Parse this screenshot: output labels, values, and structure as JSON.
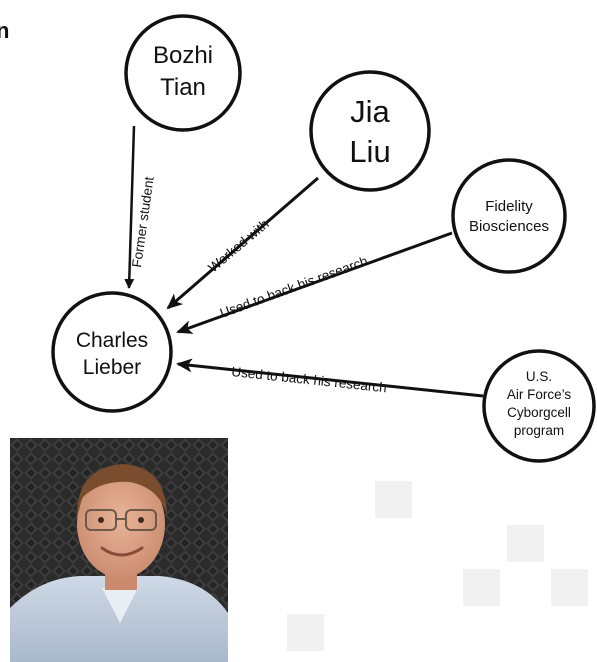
{
  "header_fragment": "n",
  "diagram": {
    "nodes": [
      {
        "id": "bozhi",
        "lines": [
          "Bozhi",
          "Tian"
        ]
      },
      {
        "id": "jia",
        "lines": [
          "Jia",
          "Liu"
        ]
      },
      {
        "id": "fidelity",
        "lines": [
          "Fidelity",
          "Biosciences"
        ]
      },
      {
        "id": "charles",
        "lines": [
          "Charles",
          "Lieber"
        ]
      },
      {
        "id": "usaf",
        "lines": [
          "U.S.",
          "Air Force’s",
          "Cyborgcell",
          "program"
        ]
      }
    ],
    "edges": [
      {
        "from": "bozhi",
        "to": "charles",
        "label": "Former student"
      },
      {
        "from": "jia",
        "to": "charles",
        "label": "Worked with"
      },
      {
        "from": "fidelity",
        "to": "charles",
        "label": "Used to back his research"
      },
      {
        "from": "usaf",
        "to": "charles",
        "label": "Used to back his research"
      }
    ]
  },
  "photo": {
    "subject": "portrait-of-charles-lieber"
  },
  "colors": {
    "ink": "#111111",
    "background": "#ffffff",
    "tile": "#f1f1f1"
  }
}
